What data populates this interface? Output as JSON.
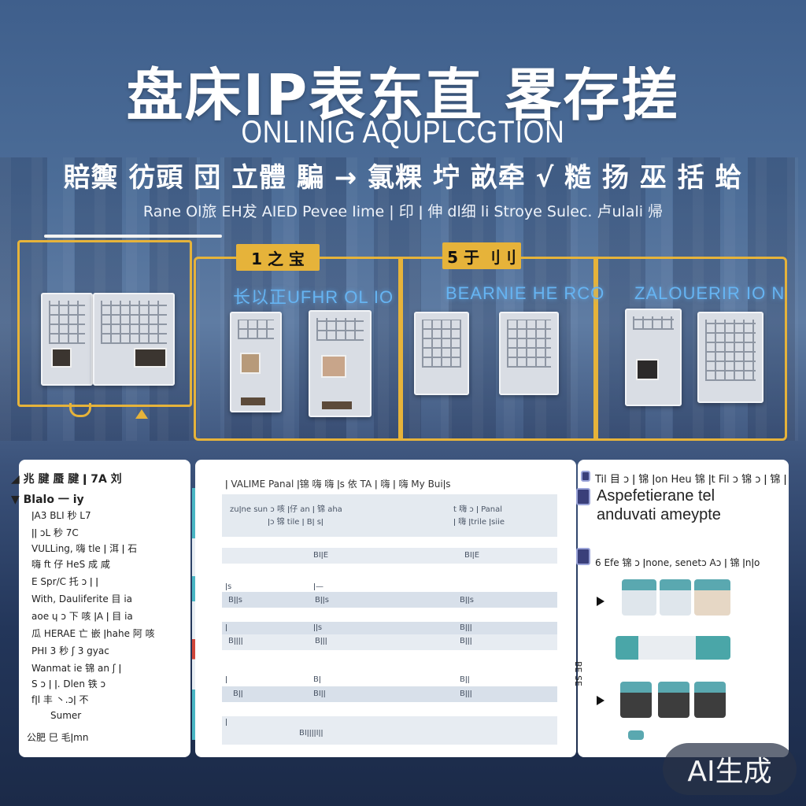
{
  "header": {
    "title": "盘床IP表东直 畧存搓",
    "subtitle_en": "ONLINIG AQUPLCGTION",
    "subtitle_cn": "賠籞 彷頭 団 立體 騙 → 氯粿 坾 畝牵 √ 糙 扬 巫 括 蛤",
    "tagline": "Rane Ol旅 EH犮  AIED  Pevee  Iime | 印 ǀ 伸 dl细 li Stroye Sulec. 卢ulali 帰"
  },
  "panels": {
    "tab1": "1 之 宝",
    "tab2": "5 于 刂刂",
    "label1": "长以正UFHR OL IO",
    "label2": "BEARNIE HE RCO",
    "label3": "ZALOUERIR IO N"
  },
  "left_card": {
    "items": [
      "◢ 兆 腱 蜃 腱 ǀ 7A 刘",
      "▼ Blalo 一 iy",
      "ǀA3 BLI 秒 L7",
      "ǀǀ ɔL 秒 7C",
      "VULLing, 嗨 tle ǀ 洱 ǀ 石",
      "嗨 ft 仔 HeS 成 咸",
      "E Spr/C 托 ɔ ǀ ǀ",
      "With, Dauliferite 目 ia",
      "aoe ɥ ɔ 下 咳 ǀA ǀ 目 ia",
      "瓜 HERAE 亡 嵌 ǀhahe 阿 咳",
      "PHI 3 秒 ʃ 3 gyac",
      "Wanmat ie 锦 an ʃ ǀ",
      "S ɔ ǀ ǀ. Dlen 铁 ɔ",
      "fǀl 丰 丶.ɔǀ 不",
      "Sumer",
      "公肥 巳 毛ǀmn"
    ]
  },
  "mid_card": {
    "header": "ǀ VALIME  Panal ǀ锦 嗨 嗨   ǀs 依 TA ǀ 嗨  ǀ 嗨 My  Buiǀs",
    "col1_a": "zuǀne sun ɔ 咳 ǀ仔 an ǀ 锦 aha",
    "col1_b": "ǀɔ 锦 tile ǀ Bǀ sǀ",
    "col2_a": "t 嗨 ɔ ǀ Panal",
    "col2_b": "ǀ 嗨 ǀtrile ǀsiie",
    "rows": [
      {
        "a": "",
        "b": "BIǀE",
        "c": "BIǀE"
      },
      {
        "a": "ǀs",
        "b": "ǀ—",
        "c": ""
      },
      {
        "a": "Bǀǀs",
        "b": "Bǀǀs",
        "c": "Bǀǀs"
      },
      {
        "a": "ǀ",
        "b": "ǀǀs",
        "c": "Bǀǀǀ"
      },
      {
        "a": "Bǀǀǀǀ",
        "b": "Bǀǀǀ",
        "c": "Bǀǀǀ"
      },
      {
        "a": "ǀ",
        "b": "Bǀ",
        "c": "Bǀǀ"
      },
      {
        "a": "Bǀǀ",
        "b": "BIǀǀ",
        "c": "Bǀǀǀ"
      },
      {
        "a": "ǀ",
        "b": "BIǀǀǀǀIǀǀ",
        "c": ""
      }
    ]
  },
  "right_card": {
    "header": "Til 目 ɔ ǀ 锦 ǀon Heu 锦 ǀt Fil ɔ 锦 ɔ ǀ 锦 ǀ",
    "title_line1": "Aspefetierane tel",
    "title_line2": "anduvati ameypte",
    "sub": "6 Efe 锦 ɔ ǀnone, senetɔ Aɔ ǀ 锦 ǀnǀo",
    "side": "BE SE"
  },
  "watermark": "AI生成",
  "colors": {
    "gold": "#e6b33a",
    "neon_blue": "#66b4f2",
    "teal": "#49b6c4"
  }
}
